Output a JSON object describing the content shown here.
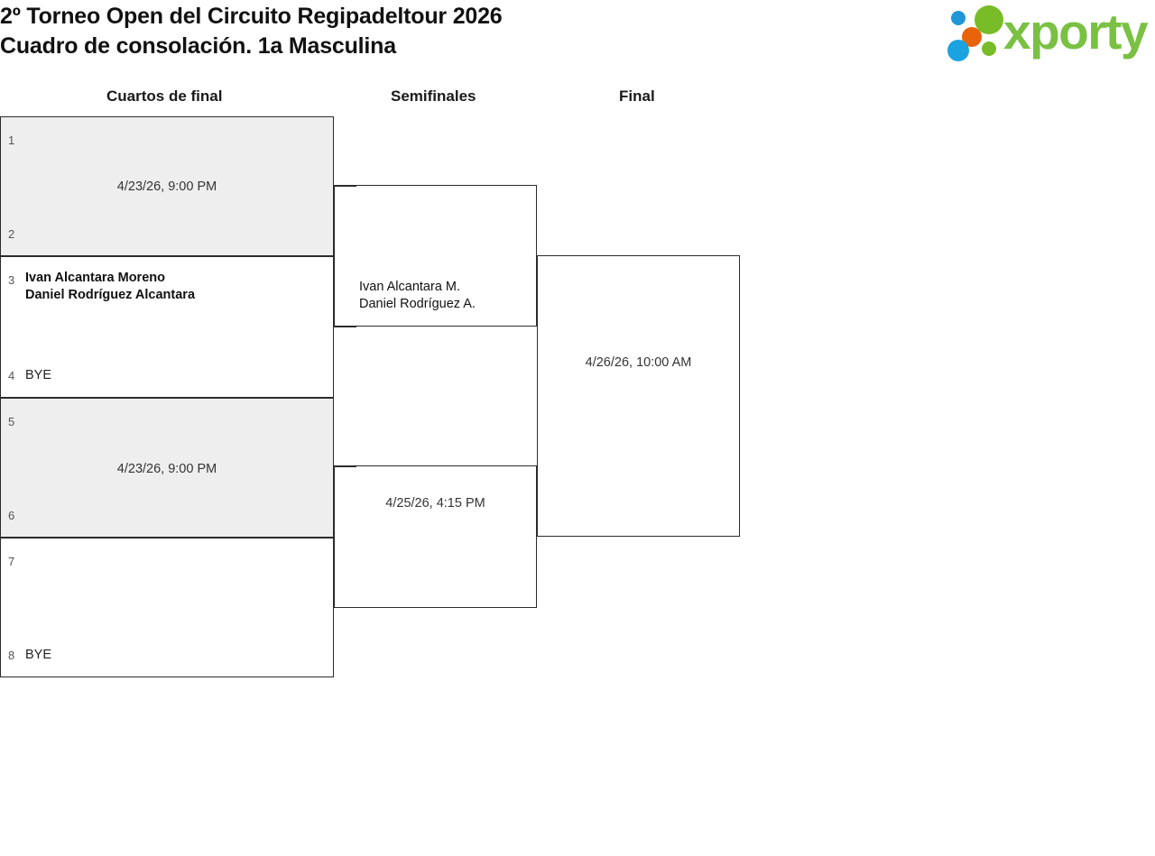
{
  "header": {
    "title_line1": "2º Torneo Open del Circuito Regipadeltour 2026",
    "title_line2": "Cuadro de consolación. 1a Masculina",
    "logo_word": "xporty",
    "logo_colors": {
      "green": "#7ac143",
      "blue": "#1aa3e0",
      "orange": "#e8630a"
    }
  },
  "rounds": [
    {
      "id": "qf",
      "label": "Cuartos de final"
    },
    {
      "id": "sf",
      "label": "Semifinales"
    },
    {
      "id": "f",
      "label": "Final"
    }
  ],
  "bracket": {
    "quarterfinals": [
      {
        "id": "qf1",
        "shaded": true,
        "date": "4/23/26, 9:00 PM",
        "top": {
          "seed": "1",
          "team": ""
        },
        "bottom": {
          "seed": "2",
          "team": ""
        }
      },
      {
        "id": "qf2",
        "shaded": false,
        "date": "",
        "top": {
          "seed": "3",
          "team": "Ivan Alcantara Moreno\nDaniel Rodríguez Alcantara",
          "winner": true
        },
        "bottom": {
          "seed": "4",
          "team": "BYE"
        }
      },
      {
        "id": "qf3",
        "shaded": true,
        "date": "4/23/26, 9:00 PM",
        "top": {
          "seed": "5",
          "team": ""
        },
        "bottom": {
          "seed": "6",
          "team": ""
        }
      },
      {
        "id": "qf4",
        "shaded": false,
        "date": "",
        "top": {
          "seed": "7",
          "team": ""
        },
        "bottom": {
          "seed": "8",
          "team": "BYE"
        }
      }
    ],
    "semifinals": [
      {
        "id": "sf1",
        "shaded": false,
        "date": "",
        "top": {
          "seed": "",
          "team": ""
        },
        "bottom": {
          "seed": "",
          "team": "Ivan Alcantara M.\nDaniel Rodríguez A."
        }
      },
      {
        "id": "sf2",
        "shaded": false,
        "date": "4/25/26, 4:15 PM",
        "top": {
          "seed": "",
          "team": ""
        },
        "bottom": {
          "seed": "",
          "team": ""
        }
      }
    ],
    "final": {
      "id": "final",
      "shaded": false,
      "date": "4/26/26, 10:00 AM",
      "top": {
        "seed": "",
        "team": ""
      },
      "bottom": {
        "seed": "",
        "team": ""
      }
    }
  }
}
